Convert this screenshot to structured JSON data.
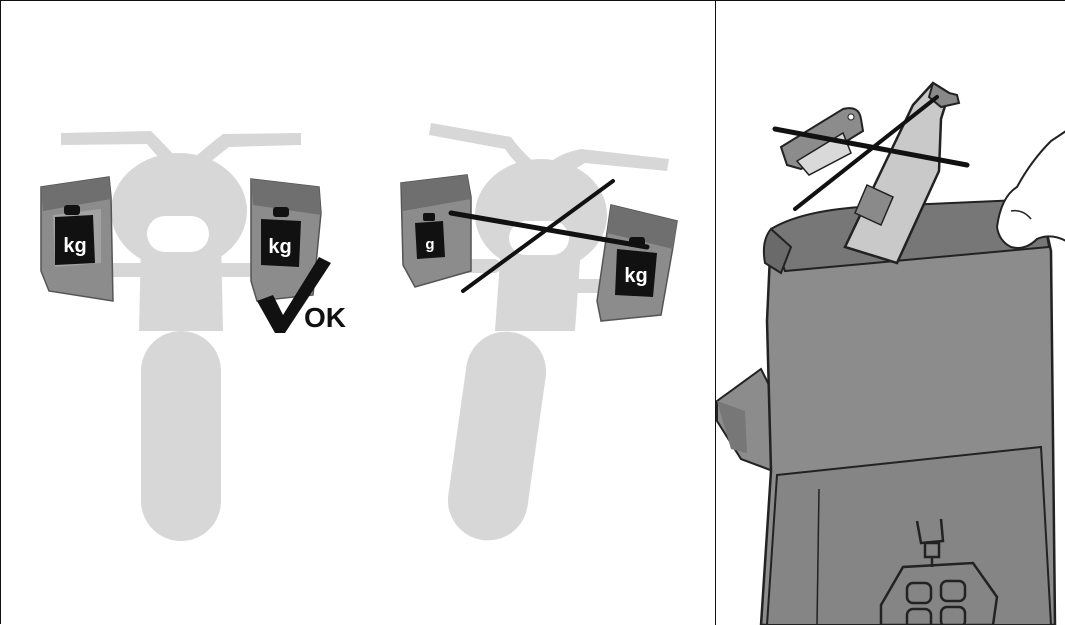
{
  "panels": {
    "balanced": {
      "weight_left": "kg",
      "weight_right": "kg",
      "verdict": "OK"
    },
    "unbalanced": {
      "weight_left": "g",
      "weight_right": "kg"
    }
  },
  "colors": {
    "ghost": "#d7d7d7",
    "bag": "#8c8c8c",
    "bag_dark": "#6f6f6f",
    "ink": "#111111"
  },
  "icons": {
    "check": "check-mark-icon",
    "cross": "cross-out-icon"
  }
}
